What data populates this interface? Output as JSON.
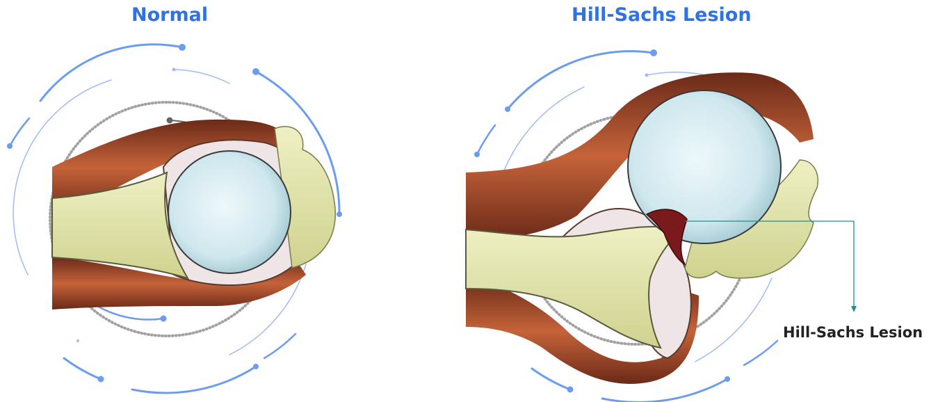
{
  "colors": {
    "title": "#2f73e0",
    "ring": "#6b9cf0",
    "ring_light": "#9cbcf4",
    "muscle": "#8a3a22",
    "muscle_light": "#c9683f",
    "bone": "#e6e8b2",
    "bone_shade": "#c9cc8a",
    "cartilage": "#d6eef3",
    "cartilage_shade": "#a9cfd8",
    "capsule": "#efe4e6",
    "lesion": "#7a1a1c",
    "leader": "#2a8a8a",
    "callout_text": "#222222"
  },
  "panels": {
    "normal": {
      "title": "Normal"
    },
    "lesion": {
      "title": "Hill-Sachs Lesion",
      "callout": "Hill-Sachs Lesion"
    }
  }
}
